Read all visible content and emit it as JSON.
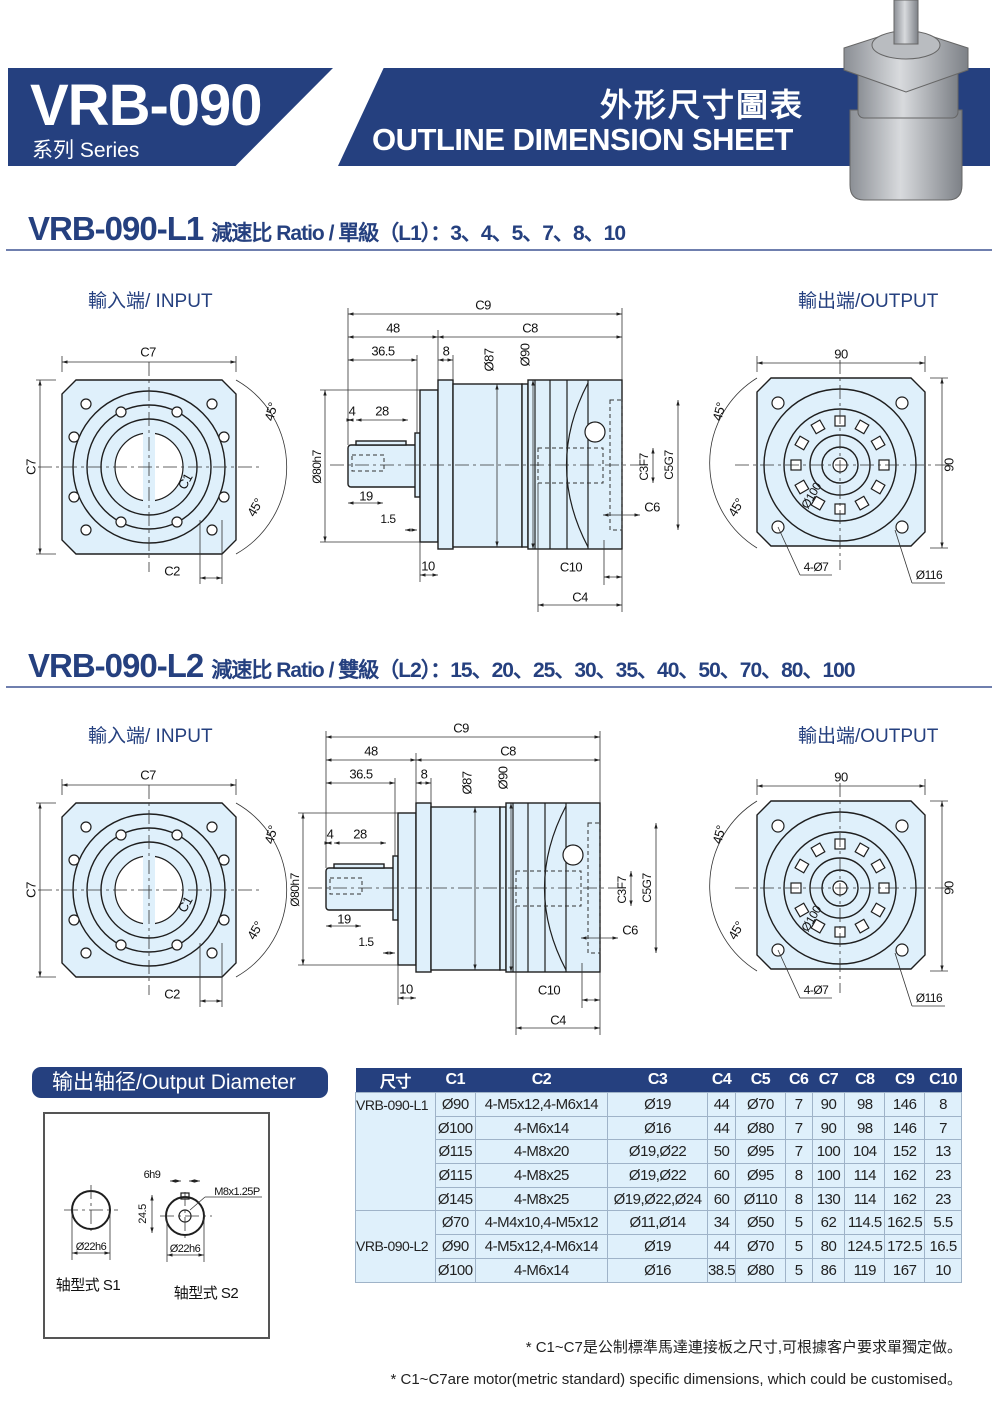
{
  "header": {
    "series_code": "VRB-090",
    "series_label": "系列 Series",
    "title_cn": "外形尺寸圖表",
    "title_en": "OUTLINE DIMENSION SHEET"
  },
  "colors": {
    "brand": "#25407f",
    "fill": "#dff0fb"
  },
  "sections": [
    {
      "model": "VRB-090-L1",
      "ratio": "減速比 Ratio / 單級（L1）：3、4、5、7、8、10",
      "input_label": "輸入端/ INPUT",
      "output_label": "輸出端/OUTPUT",
      "input_dims": {
        "c7_top": "C7",
        "c7_side": "C7",
        "c1": "C1",
        "c2": "C2",
        "angle_a": "45°",
        "angle_b": "45°"
      },
      "side_dims": {
        "c9": "C9",
        "l48": "48",
        "c8": "C8",
        "l36_5": "36.5",
        "l8": "8",
        "d87": "Ø87",
        "d90": "Ø90",
        "l4": "4",
        "l28": "28",
        "d80": "Ø80h7",
        "l19": "19",
        "l1_5": "1.5",
        "l10": "10",
        "c3": "C3F7",
        "c5": "C5G7",
        "c6": "C6",
        "c10": "C10",
        "c4": "C4"
      },
      "output_dims": {
        "w_top": "90",
        "w_side": "90",
        "angle_a": "45°",
        "angle_b": "45°",
        "d100": "Ø100",
        "holes": "4-Ø7",
        "d116": "Ø116"
      }
    },
    {
      "model": "VRB-090-L2",
      "ratio": "減速比 Ratio / 雙級（L2）：15、20、25、30、35、40、50、70、80、100",
      "input_label": "輸入端/ INPUT",
      "output_label": "輸出端/OUTPUT",
      "input_dims": {
        "c7_top": "C7",
        "c7_side": "C7",
        "c1": "C1",
        "c2": "C2",
        "angle_a": "45°",
        "angle_b": "45°"
      },
      "side_dims": {
        "c9": "C9",
        "l48": "48",
        "c8": "C8",
        "l36_5": "36.5",
        "l8": "8",
        "d87": "Ø87",
        "d90": "Ø90",
        "l4": "4",
        "l28": "28",
        "d80": "Ø80h7",
        "l19": "19",
        "l1_5": "1.5",
        "l10": "10",
        "c3": "C3F7",
        "c5": "C5G7",
        "c6": "C6",
        "c10": "C10",
        "c4": "C4"
      },
      "output_dims": {
        "w_top": "90",
        "w_side": "90",
        "angle_a": "45°",
        "angle_b": "45°",
        "d100": "Ø100",
        "holes": "4-Ø7",
        "d116": "Ø116"
      }
    }
  ],
  "output_diameter": {
    "title": "输出轴径/Output Diameter",
    "s1": {
      "dia": "Ø22h6",
      "label": "轴型式  S1"
    },
    "s2": {
      "dia": "Ø22h6",
      "key": "6h9",
      "height": "24.5",
      "thread": "M8x1.25P",
      "label": "轴型式  S2"
    }
  },
  "table": {
    "headers": [
      "尺寸",
      "C1",
      "C2",
      "C3",
      "C4",
      "C5",
      "C6",
      "C7",
      "C8",
      "C9",
      "C10"
    ],
    "groups": [
      {
        "model": "VRB-090-L1",
        "rows": [
          [
            "Ø90",
            "4-M5x12,4-M6x14",
            "Ø19",
            "44",
            "Ø70",
            "7",
            "90",
            "98",
            "146",
            "8"
          ],
          [
            "Ø100",
            "4-M6x14",
            "Ø16",
            "44",
            "Ø80",
            "7",
            "90",
            "98",
            "146",
            "7"
          ],
          [
            "Ø115",
            "4-M8x20",
            "Ø19,Ø22",
            "50",
            "Ø95",
            "7",
            "100",
            "104",
            "152",
            "13"
          ],
          [
            "Ø115",
            "4-M8x25",
            "Ø19,Ø22",
            "60",
            "Ø95",
            "8",
            "100",
            "114",
            "162",
            "23"
          ],
          [
            "Ø145",
            "4-M8x25",
            "Ø19,Ø22,Ø24",
            "60",
            "Ø110",
            "8",
            "130",
            "114",
            "162",
            "23"
          ]
        ]
      },
      {
        "model": "VRB-090-L2",
        "rows": [
          [
            "Ø70",
            "4-M4x10,4-M5x12",
            "Ø11,Ø14",
            "34",
            "Ø50",
            "5",
            "62",
            "114.5",
            "162.5",
            "5.5"
          ],
          [
            "Ø90",
            "4-M5x12,4-M6x14",
            "Ø19",
            "44",
            "Ø70",
            "5",
            "80",
            "124.5",
            "172.5",
            "16.5"
          ],
          [
            "Ø100",
            "4-M6x14",
            "Ø16",
            "38.5",
            "Ø80",
            "5",
            "86",
            "119",
            "167",
            "10"
          ]
        ]
      }
    ]
  },
  "footnotes": [
    "* C1~C7是公制標準馬達連接板之尺寸,可根據客户要求單獨定做。",
    "* C1~C7are motor(metric standard) specific dimensions, which could be customised。"
  ]
}
